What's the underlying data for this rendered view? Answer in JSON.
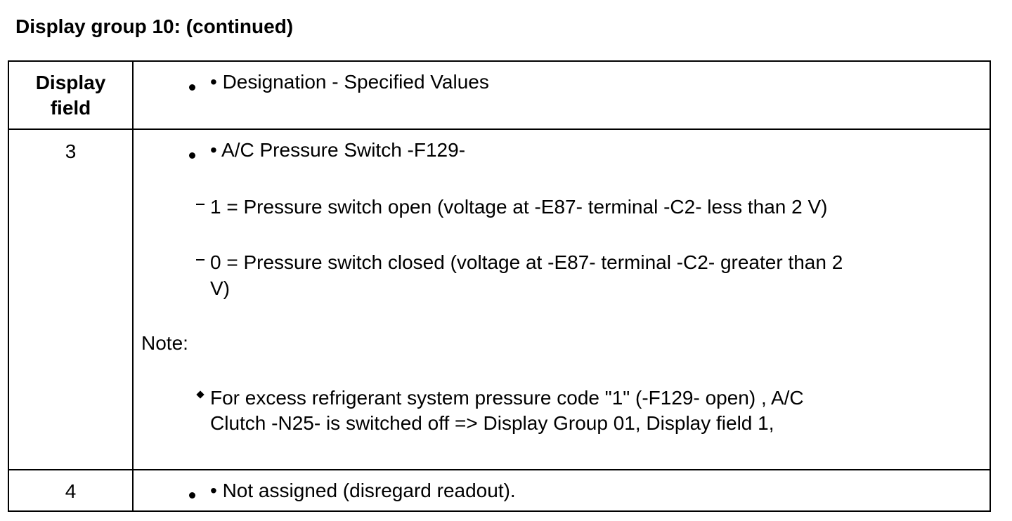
{
  "title": "Display group 10: (continued)",
  "table": {
    "header": {
      "left_line1": "Display",
      "left_line2": "field",
      "right": "• Designation - Specified Values"
    },
    "rows": [
      {
        "field": "3",
        "item": "• A/C Pressure Switch -F129-",
        "sub_items": [
          {
            "line1": "1 = Pressure switch open (voltage at -E87- terminal -C2- less than 2 V)"
          },
          {
            "line1": "0 = Pressure switch closed (voltage at -E87- terminal -C2- greater than 2",
            "line2": "V)"
          }
        ],
        "note_label": "Note:",
        "note": {
          "line1": "For excess refrigerant system pressure code \"1\" (-F129- open) , A/C",
          "line2": "Clutch -N25- is switched off => Display Group 01, Display field 1,"
        }
      },
      {
        "field": "4",
        "item": "• Not assigned (disregard readout)."
      }
    ]
  }
}
